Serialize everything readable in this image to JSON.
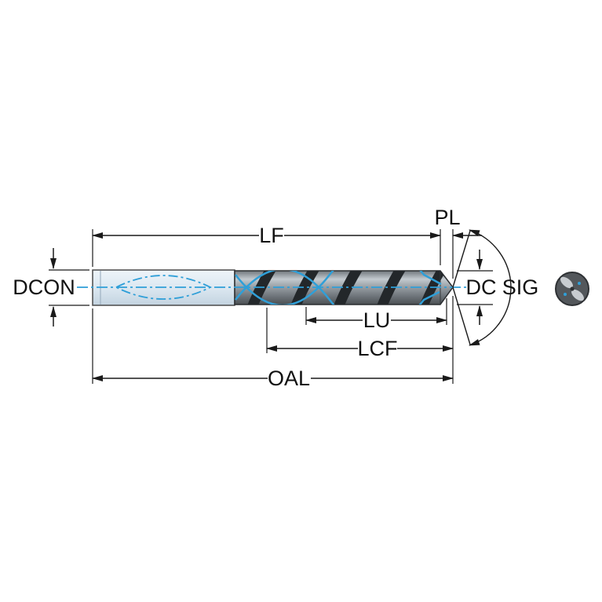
{
  "diagram": {
    "labels": {
      "lf": "LF",
      "pl": "PL",
      "dcon": "DCON",
      "dc": "DC",
      "sig": "SIG",
      "lu": "LU",
      "lcf": "LCF",
      "oal": "OAL"
    },
    "colors": {
      "accent_blue": "#2f9fd8",
      "dimension_line": "#1a1a1a",
      "shank_fill": "#dde9f2",
      "body_dark": "#4b5053",
      "body_light": "#c3cacf",
      "flute_stripe": "#23272a",
      "background": "#ffffff"
    }
  }
}
